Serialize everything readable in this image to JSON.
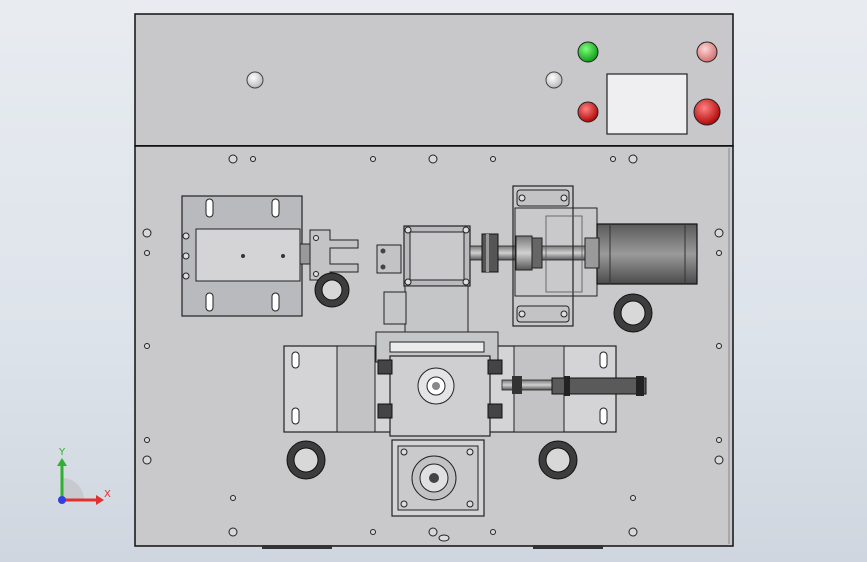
{
  "viewport": {
    "background_colors": [
      "#e8ecf1",
      "#cfd6df"
    ]
  },
  "colors": {
    "panel": "#c9c9cb",
    "panel_edge": "#1a1a1a",
    "metal": "#b5b6b9",
    "dark": "#3a3a3a",
    "button_green": "#22c22c",
    "button_red": "#e01818",
    "button_pink": "#f2a0a0",
    "axis_x": "#e03030",
    "axis_y": "#30b030",
    "axis_z": "#3040e0"
  },
  "control_panel": {
    "buttons": [
      {
        "name": "start-button-green",
        "color": "#22c22c"
      },
      {
        "name": "stop-button-red",
        "color": "#e01818"
      },
      {
        "name": "indicator-light-pink",
        "color": "#f2a0a0"
      },
      {
        "name": "emergency-stop-button",
        "color": "#d81010"
      },
      {
        "name": "indicator-lamp-left",
        "color": "#e4e4e6"
      },
      {
        "name": "indicator-lamp-right",
        "color": "#e4e4e6"
      }
    ],
    "display": {
      "name": "hmi-screen"
    }
  },
  "triad": {
    "x_label": "X",
    "y_label": "Y"
  }
}
